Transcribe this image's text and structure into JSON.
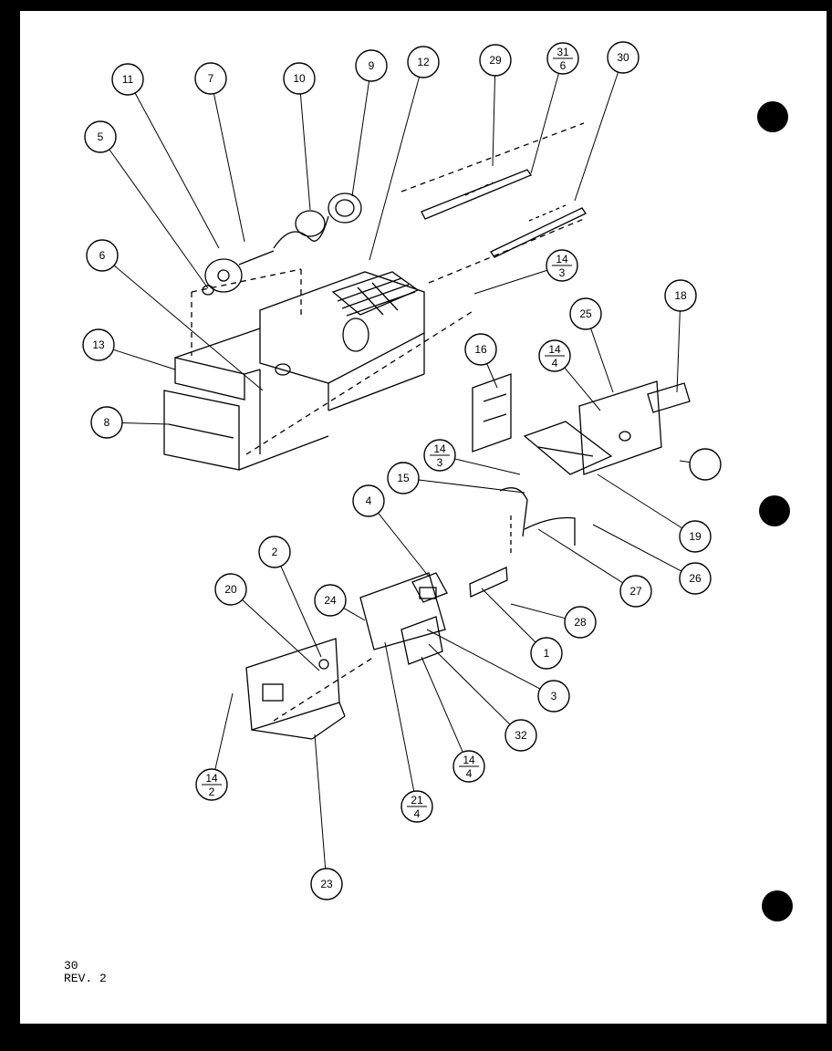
{
  "callouts": [
    {
      "id": "c-11",
      "label": "11"
    },
    {
      "id": "c-7",
      "label": "7"
    },
    {
      "id": "c-10",
      "label": "10"
    },
    {
      "id": "c-9",
      "label": "9"
    },
    {
      "id": "c-12",
      "label": "12"
    },
    {
      "id": "c-29",
      "label": "29"
    },
    {
      "id": "c-31-6",
      "top": "31",
      "bottom": "6"
    },
    {
      "id": "c-30",
      "label": "30"
    },
    {
      "id": "c-5",
      "label": "5"
    },
    {
      "id": "c-6",
      "label": "6"
    },
    {
      "id": "c-14-3a",
      "top": "14",
      "bottom": "3"
    },
    {
      "id": "c-25",
      "label": "25"
    },
    {
      "id": "c-18",
      "label": "18"
    },
    {
      "id": "c-13",
      "label": "13"
    },
    {
      "id": "c-16",
      "label": "16"
    },
    {
      "id": "c-14-4a",
      "top": "14",
      "bottom": "4"
    },
    {
      "id": "c-8",
      "label": "8"
    },
    {
      "id": "c-blank",
      "label": ""
    },
    {
      "id": "c-14-3b",
      "top": "14",
      "bottom": "3"
    },
    {
      "id": "c-15",
      "label": "15"
    },
    {
      "id": "c-4",
      "label": "4"
    },
    {
      "id": "c-19",
      "label": "19"
    },
    {
      "id": "c-2",
      "label": "2"
    },
    {
      "id": "c-26",
      "label": "26"
    },
    {
      "id": "c-27",
      "label": "27"
    },
    {
      "id": "c-20",
      "label": "20"
    },
    {
      "id": "c-24",
      "label": "24"
    },
    {
      "id": "c-28",
      "label": "28"
    },
    {
      "id": "c-1",
      "label": "1"
    },
    {
      "id": "c-3",
      "label": "3"
    },
    {
      "id": "c-32",
      "label": "32"
    },
    {
      "id": "c-14-4b",
      "top": "14",
      "bottom": "4"
    },
    {
      "id": "c-14-2",
      "top": "14",
      "bottom": "2"
    },
    {
      "id": "c-21-4",
      "top": "21",
      "bottom": "4"
    },
    {
      "id": "c-23",
      "label": "23"
    }
  ],
  "footer": {
    "page_number": "30",
    "revision": "REV. 2"
  }
}
